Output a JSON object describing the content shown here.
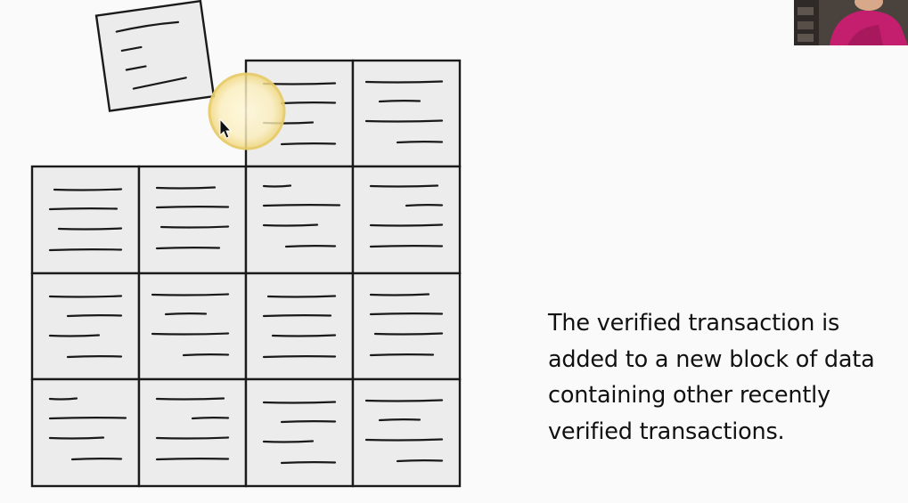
{
  "caption": {
    "lines": [
      "The verified transaction is",
      "added to a new block of data",
      "containing other recently",
      "verified transactions."
    ]
  },
  "colors": {
    "background": "#fafafa",
    "cell_fill": "#ececec",
    "ink": "#1a1a1a",
    "highlight": "#f3dc82",
    "webcam_shirt": "#c41f6e"
  },
  "icons": {
    "cursor": "mouse-pointer-icon",
    "highlight": "cursor-highlight-ring"
  }
}
